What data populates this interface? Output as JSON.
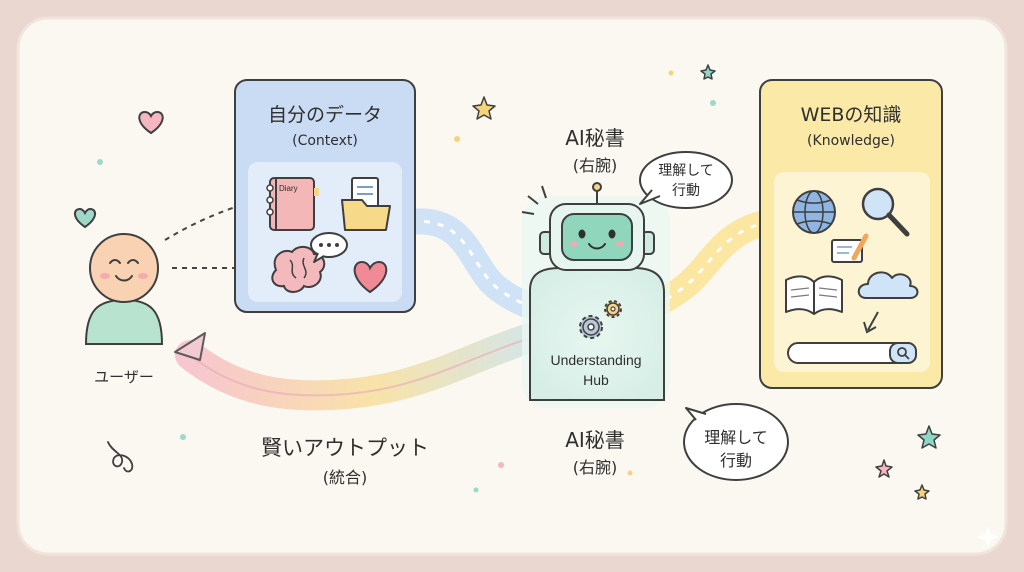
{
  "user": {
    "label": "ユーザー"
  },
  "context_panel": {
    "title": "自分のデータ",
    "subtitle": "(Context)",
    "diary_label": "Diary"
  },
  "knowledge_panel": {
    "title": "WEBの知識",
    "subtitle": "(Knowledge)"
  },
  "assistant_top": {
    "title": "AI秘書",
    "subtitle": "(右腕)"
  },
  "assistant_bottom": {
    "title": "AI秘書",
    "subtitle": "(右腕)"
  },
  "bubble_top": {
    "line1": "理解して",
    "line2": "行動"
  },
  "bubble_bottom": {
    "line1": "理解して",
    "line2": "行動"
  },
  "hub": {
    "line1": "Understanding",
    "line2": "Hub"
  },
  "output": {
    "title": "賢いアウトプット",
    "subtitle": "(統合)"
  },
  "colors": {
    "page_bg": "#ead7cf",
    "card_bg": "#fbf8f2",
    "context_panel": "#c9dcf4",
    "knowledge_panel": "#fbe9a7",
    "robot": "#cfeadf",
    "user": "#b7e3cf"
  }
}
